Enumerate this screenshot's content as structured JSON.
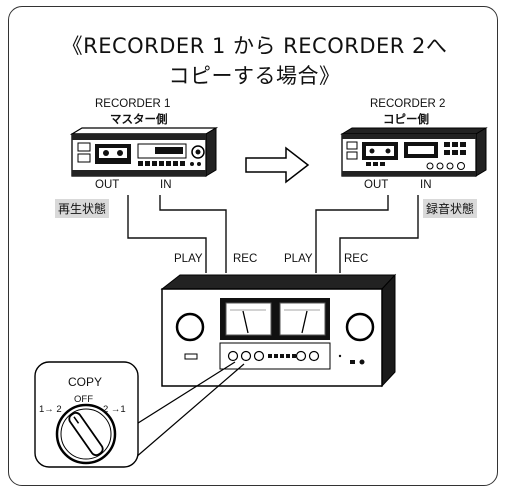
{
  "title": {
    "line1": "《RECORDER 1 から RECORDER 2へ",
    "line2": "コピーする場合》"
  },
  "recorder1": {
    "name": "RECORDER 1",
    "role": "マスター側",
    "out_label": "OUT",
    "in_label": "IN",
    "state": "再生状態"
  },
  "recorder2": {
    "name": "RECORDER 2",
    "role": "コピー側",
    "out_label": "OUT",
    "in_label": "IN",
    "state": "録音状態"
  },
  "amplifier": {
    "play_left": "PLAY",
    "rec_left": "REC",
    "play_right": "PLAY",
    "rec_right": "REC"
  },
  "copy_selector": {
    "title": "COPY",
    "off": "OFF",
    "left": "1→ 2",
    "right": "2 →1"
  }
}
